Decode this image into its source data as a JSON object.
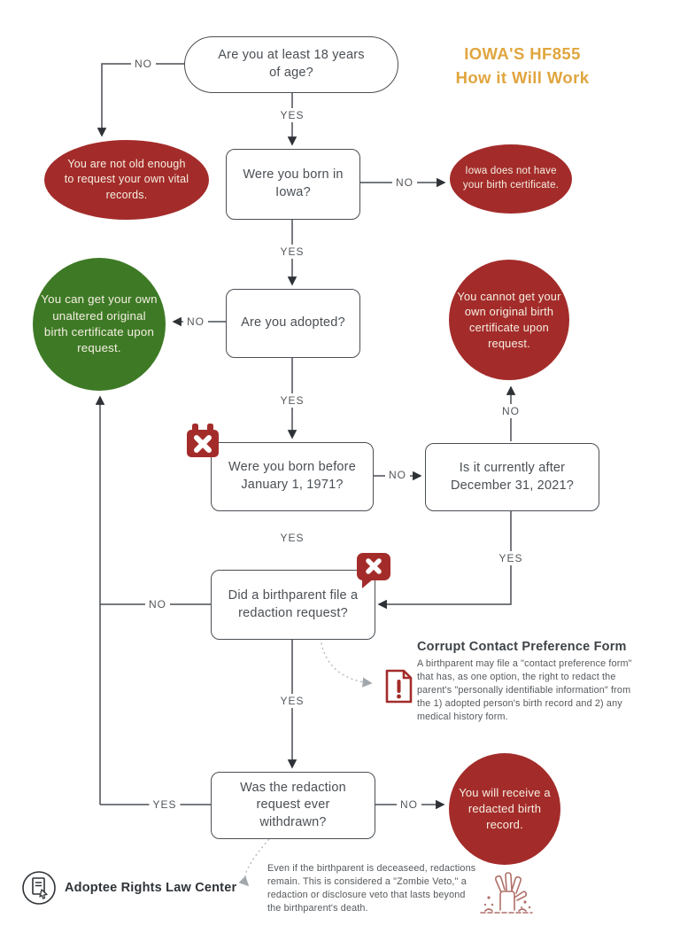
{
  "title": {
    "line1": "IOWA'S HF855",
    "line2": "How it Will Work"
  },
  "colors": {
    "negative_red": "#A32C2A",
    "positive_green": "#3E7A26",
    "title_gold": "#E0A53E",
    "line_gray": "#4A4F54"
  },
  "nodes": {
    "age": {
      "text": "Are you at least 18 years of age?"
    },
    "not_old": {
      "text": "You are not old enough to request your own vital records."
    },
    "born_iowa": {
      "text": "Were you born in Iowa?"
    },
    "no_certificate": {
      "text": "Iowa does not have your birth certificate."
    },
    "adopted": {
      "text": "Are you adopted?"
    },
    "can_get": {
      "text": "You can get your own unaltered original birth certificate upon request."
    },
    "cannot_get": {
      "text": "You cannot get your own original birth certificate upon request."
    },
    "born_before_1971": {
      "text": "Were you born before January 1, 1971?"
    },
    "after_2021": {
      "text": "Is it currently after December 31, 2021?"
    },
    "redaction_request": {
      "text": "Did a birthparent file a redaction request?"
    },
    "withdrawn": {
      "text": "Was the redaction request ever withdrawn?"
    },
    "redacted_record": {
      "text": "You will receive a redacted birth record."
    }
  },
  "edge_labels": {
    "age_no": "NO",
    "age_yes": "YES",
    "iowa_no": "NO",
    "iowa_yes": "YES",
    "adopted_no": "NO",
    "adopted_yes": "YES",
    "born_before_no": "NO",
    "born_before_yes": "YES",
    "after_2021_no": "NO",
    "after_2021_yes": "YES",
    "redaction_no": "NO",
    "redaction_yes": "YES",
    "withdrawn_yes": "YES",
    "withdrawn_no": "NO"
  },
  "notes": {
    "corrupt_form": {
      "heading": "Corrupt Contact Preference Form",
      "body": "A birthparent may file a \"contact preference form\" that has, as one option, the right to redact the parent's \"personally identifiable information\" from the 1) adopted person's birth record and 2) any medical history form."
    },
    "zombie_veto": {
      "body": "Even if the birthparent is deceaseed, redactions remain. This is considered a \"Zombie Veto,\" a redaction or disclosure veto that lasts beyond the birthparent's death."
    }
  },
  "footer": {
    "org": "Adoptee Rights Law Center"
  },
  "icons": {
    "calendar": "calendar-x-icon",
    "speech": "chat-x-icon",
    "document": "alert-document-icon",
    "zombie": "zombie-hand-icon",
    "logo": "law-center-logo-icon"
  }
}
